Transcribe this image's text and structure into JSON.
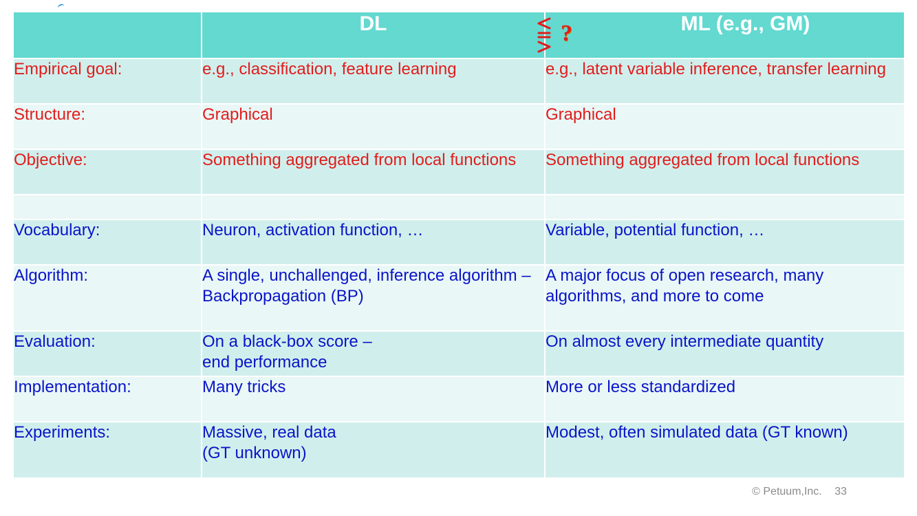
{
  "header": {
    "col1": "",
    "col2": "DL",
    "col3": "ML (e.g., GM)",
    "relation_mark": "?",
    "relation_symbol_icon": "less-equal-greater-icon"
  },
  "rows": [
    {
      "label": "Empirical goal:",
      "dl": [
        "e.g., classification, feature learning"
      ],
      "ml": [
        "e.g., latent variable inference, transfer learning"
      ]
    },
    {
      "label": "Structure:",
      "dl": [
        "Graphical"
      ],
      "ml": [
        "Graphical"
      ]
    },
    {
      "label": "Objective:",
      "dl": [
        "Something aggregated from local functions"
      ],
      "ml": [
        "Something aggregated from local functions"
      ]
    },
    {
      "label": "",
      "dl": [
        ""
      ],
      "ml": [
        ""
      ]
    },
    {
      "label": "Vocabulary:",
      "dl": [
        "Neuron, activation function, …"
      ],
      "ml": [
        "Variable, potential function, …"
      ]
    },
    {
      "label": "Algorithm:",
      "dl": [
        "A single, unchallenged, inference algorithm –",
        "Backpropagation (BP)"
      ],
      "ml": [
        "A major focus of open research, many algorithms, and more to come"
      ]
    },
    {
      "label": "Evaluation:",
      "dl": [
        "On a black-box score –",
        "end performance"
      ],
      "ml": [
        "On almost every intermediate quantity"
      ]
    },
    {
      "label": "Implementation:",
      "dl": [
        "Many tricks"
      ],
      "ml": [
        "More or less standardized"
      ]
    },
    {
      "label": "Experiments:",
      "dl": [
        "Massive, real data",
        "(GT unknown)"
      ],
      "ml": [
        "Modest, often simulated data (GT known)"
      ]
    }
  ],
  "footer": {
    "copyright": "© Petuum,Inc.",
    "page_number": "33"
  },
  "colors": {
    "header_bg": "#63d9d0",
    "row_dark": "#d0efec",
    "row_light": "#e9f7f6",
    "red_text": "#e21c1c",
    "blue_text": "#0a14c8"
  }
}
